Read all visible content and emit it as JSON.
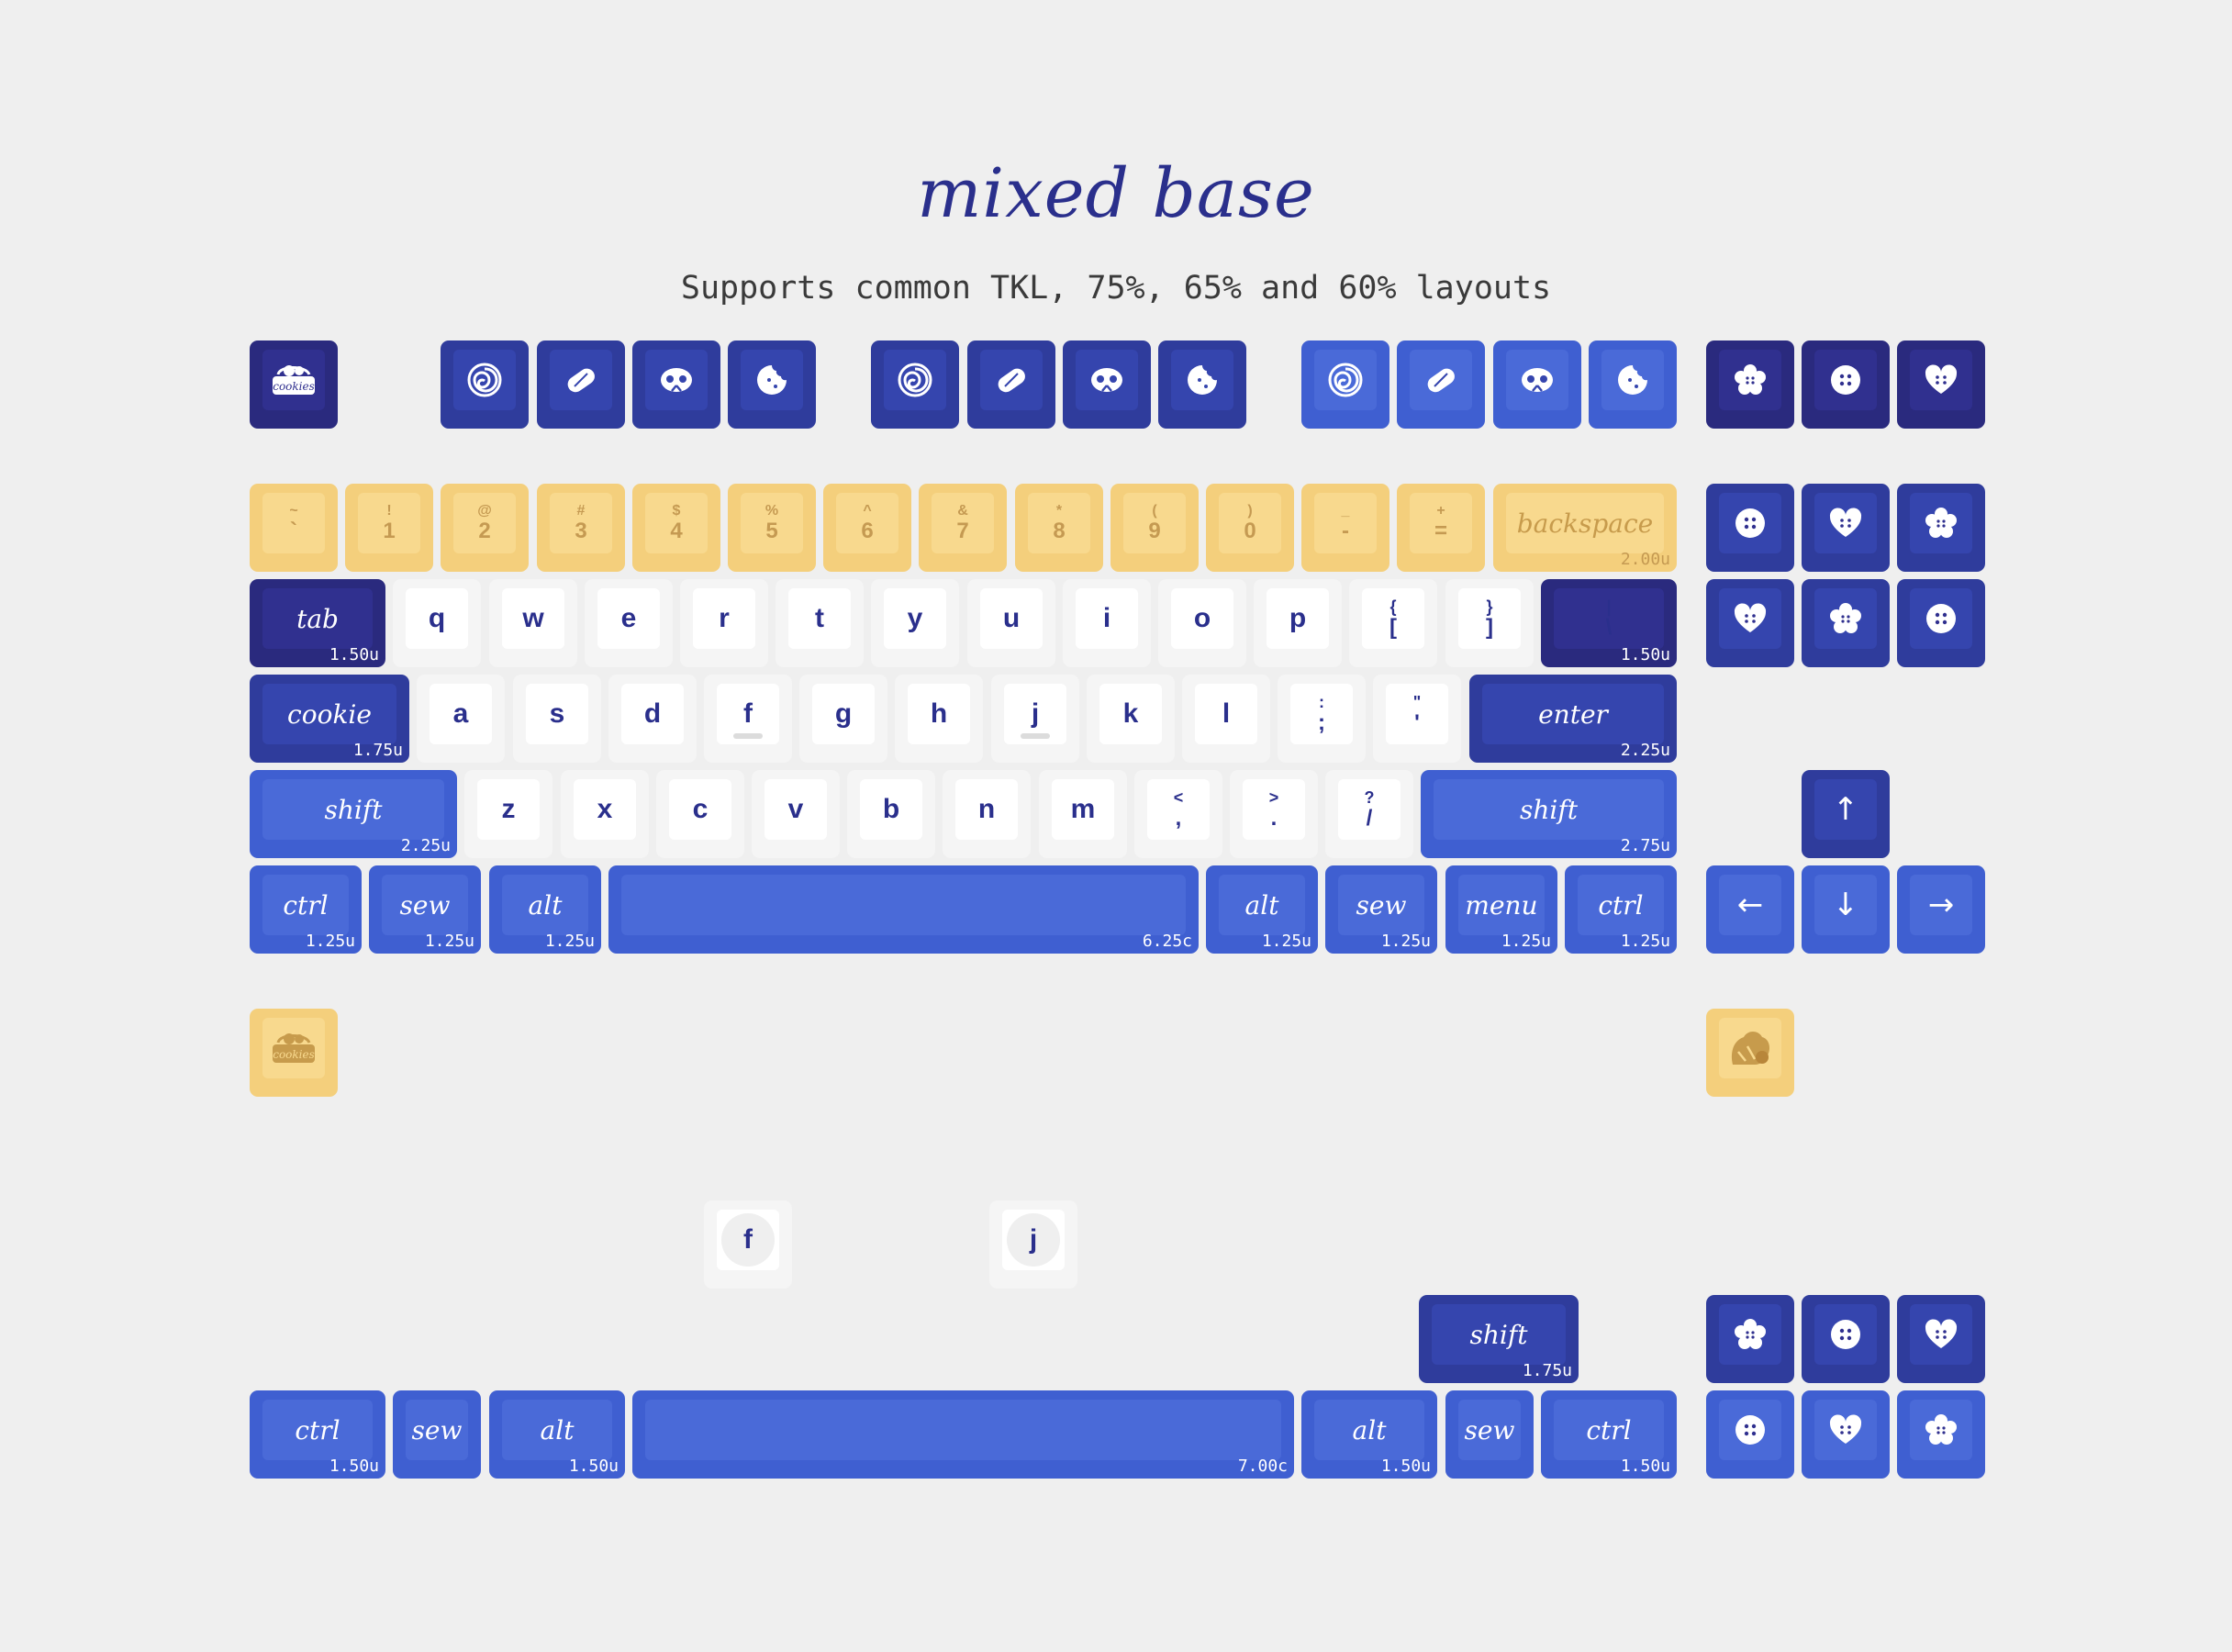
{
  "header": {
    "title": "mixed base",
    "subtitle": "Supports common TKL, 75%, 65% and 60% layouts"
  },
  "colors": {
    "dark": "#2a2a7e",
    "navy": "#2f3c9c",
    "blue": "#3f5fd1",
    "yellow": "#f4cf7c",
    "white": "#ffffff",
    "text_navy": "#2a2f8c",
    "text_gold": "#c59a52"
  },
  "function_row": {
    "esc": {
      "icon": "cookie-jar-icon",
      "label": "cookies"
    },
    "groups": [
      {
        "color": "navy",
        "keys": [
          "swirl-cookie-icon",
          "pill-cookie-icon",
          "pretzel-icon",
          "bitten-cookie-icon"
        ]
      },
      {
        "color": "navy",
        "keys": [
          "swirl-cookie-icon",
          "pill-cookie-icon",
          "pretzel-icon",
          "bitten-cookie-icon"
        ]
      },
      {
        "color": "blue",
        "keys": [
          "swirl-cookie-icon",
          "pill-cookie-icon",
          "pretzel-icon",
          "bitten-cookie-icon"
        ]
      }
    ],
    "nav": [
      "flower-button-icon",
      "round-button-icon",
      "heart-button-icon"
    ]
  },
  "number_row": {
    "keys": [
      {
        "shift": "~",
        "base": "`"
      },
      {
        "shift": "!",
        "base": "1"
      },
      {
        "shift": "@",
        "base": "2"
      },
      {
        "shift": "#",
        "base": "3"
      },
      {
        "shift": "$",
        "base": "4"
      },
      {
        "shift": "%",
        "base": "5"
      },
      {
        "shift": "^",
        "base": "6"
      },
      {
        "shift": "&",
        "base": "7"
      },
      {
        "shift": "*",
        "base": "8"
      },
      {
        "shift": "(",
        "base": "9"
      },
      {
        "shift": ")",
        "base": "0"
      },
      {
        "shift": "_",
        "base": "-"
      },
      {
        "shift": "+",
        "base": "="
      }
    ],
    "backspace": {
      "label": "backspace",
      "size": "2.00u"
    }
  },
  "top_row": {
    "tab": {
      "label": "tab",
      "size": "1.50u"
    },
    "letters": [
      "q",
      "w",
      "e",
      "r",
      "t",
      "y",
      "u",
      "i",
      "o",
      "p"
    ],
    "brackets": [
      {
        "shift": "{",
        "base": "["
      },
      {
        "shift": "}",
        "base": "]"
      }
    ],
    "backslash": {
      "shift": "|",
      "base": "\\",
      "size": "1.50u"
    }
  },
  "home_row": {
    "cookie": {
      "label": "cookie",
      "size": "1.75u"
    },
    "letters": [
      "a",
      "s",
      "d",
      "f",
      "g",
      "h",
      "j",
      "k",
      "l"
    ],
    "punct": [
      {
        "shift": ":",
        "base": ";"
      },
      {
        "shift": "\"",
        "base": "'"
      }
    ],
    "enter": {
      "label": "enter",
      "size": "2.25u"
    }
  },
  "shift_row": {
    "lshift": {
      "label": "shift",
      "size": "2.25u"
    },
    "letters": [
      "z",
      "x",
      "c",
      "v",
      "b",
      "n",
      "m"
    ],
    "punct": [
      {
        "shift": "<",
        "base": ","
      },
      {
        "shift": ">",
        "base": "."
      },
      {
        "shift": "?",
        "base": "/"
      }
    ],
    "rshift": {
      "label": "shift",
      "size": "2.75u"
    }
  },
  "bottom_row": {
    "ctrl": {
      "label": "ctrl",
      "size": "1.25u"
    },
    "sew": {
      "label": "sew",
      "size": "1.25u"
    },
    "alt": {
      "label": "alt",
      "size": "1.25u"
    },
    "space": {
      "size": "6.25c"
    },
    "ralt": {
      "label": "alt",
      "size": "1.25u"
    },
    "rsew": {
      "label": "sew",
      "size": "1.25u"
    },
    "menu": {
      "label": "menu",
      "size": "1.25u"
    },
    "rctrl": {
      "label": "ctrl",
      "size": "1.25u"
    }
  },
  "nav_cluster": {
    "row1": [
      "round-button-icon",
      "heart-button-icon",
      "flower-button-icon"
    ],
    "row2": [
      "heart-button-icon",
      "flower-button-icon",
      "round-button-icon"
    ]
  },
  "arrows": {
    "up": "↑",
    "left": "←",
    "down": "↓",
    "right": "→"
  },
  "extras": {
    "novelty_cookie": {
      "icon": "cookie-jar-icon",
      "label": "cookies"
    },
    "novelty_mitten": {
      "icon": "mitten-cookie-icon"
    },
    "homing_f": "f",
    "homing_j": "j"
  },
  "alt_mods": {
    "shift": {
      "label": "shift",
      "size": "1.75u"
    },
    "ctrl": {
      "label": "ctrl",
      "size": "1.50u"
    },
    "sew": {
      "label": "sew"
    },
    "alt": {
      "label": "alt",
      "size": "1.50u"
    },
    "space": {
      "size": "7.00c"
    },
    "ralt": {
      "label": "alt",
      "size": "1.50u"
    },
    "rsew": {
      "label": "sew"
    },
    "rctrl": {
      "label": "ctrl",
      "size": "1.50u"
    }
  },
  "alt_nav": {
    "row1": [
      "flower-button-icon",
      "round-button-icon",
      "heart-button-icon"
    ],
    "row2": [
      "round-button-icon",
      "heart-button-icon",
      "flower-button-icon"
    ]
  }
}
